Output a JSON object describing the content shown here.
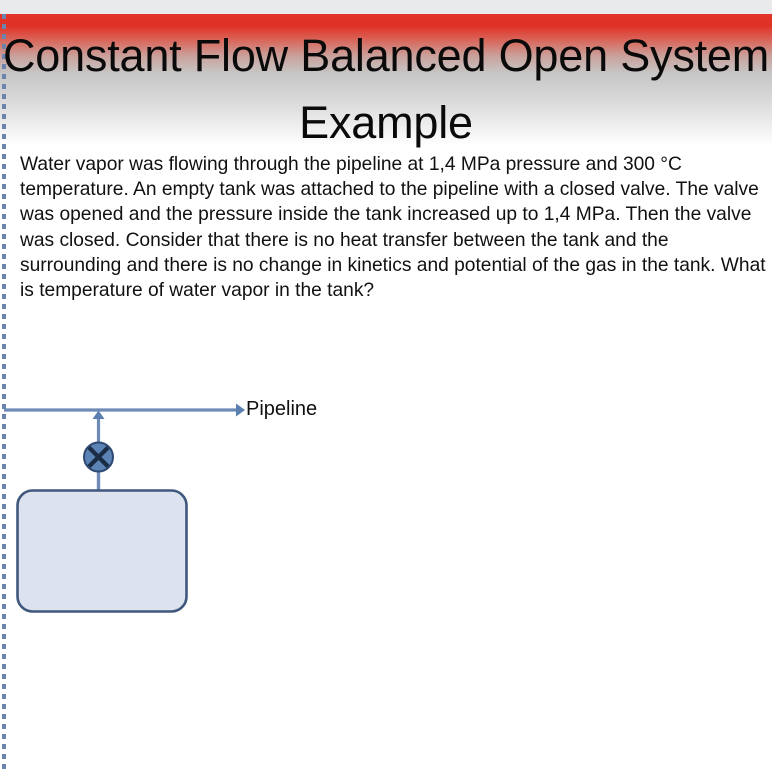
{
  "slide": {
    "title": "Constant Flow Balanced Open System Example",
    "body": "Water vapor was flowing through the pipeline at 1,4 MPa pressure and 300 °C temperature. An empty tank was attached to the pipeline with a closed valve. The valve was opened and the pressure inside the tank increased up to 1,4 MPa. Then the valve was closed. Consider that there is no heat transfer between the tank and the surrounding and there is no change in kinetics and potential of the gas in the tank. What is temperature of water vapor in the tank?"
  },
  "diagram": {
    "pipeline_label": "Pipeline",
    "valve_symbol": "closed-valve-cross",
    "tank_label": "",
    "flow_direction": "right",
    "branch_direction": "up"
  },
  "colors": {
    "banner_top": "#e23428",
    "banner_bottom": "#ffffff",
    "top_strip": "#e8eaec",
    "left_rule": "#6b83ad",
    "pipe_line": "#6e8bb8",
    "pipe_line_dark": "#41618f",
    "valve_fill": "#5b83b5",
    "valve_stroke": "#2e4a73",
    "valve_cross": "#1b2c45",
    "tank_fill": "#dde3ee",
    "tank_stroke": "#40587d",
    "title_text": "#0a0a0a",
    "body_text": "#111111"
  }
}
